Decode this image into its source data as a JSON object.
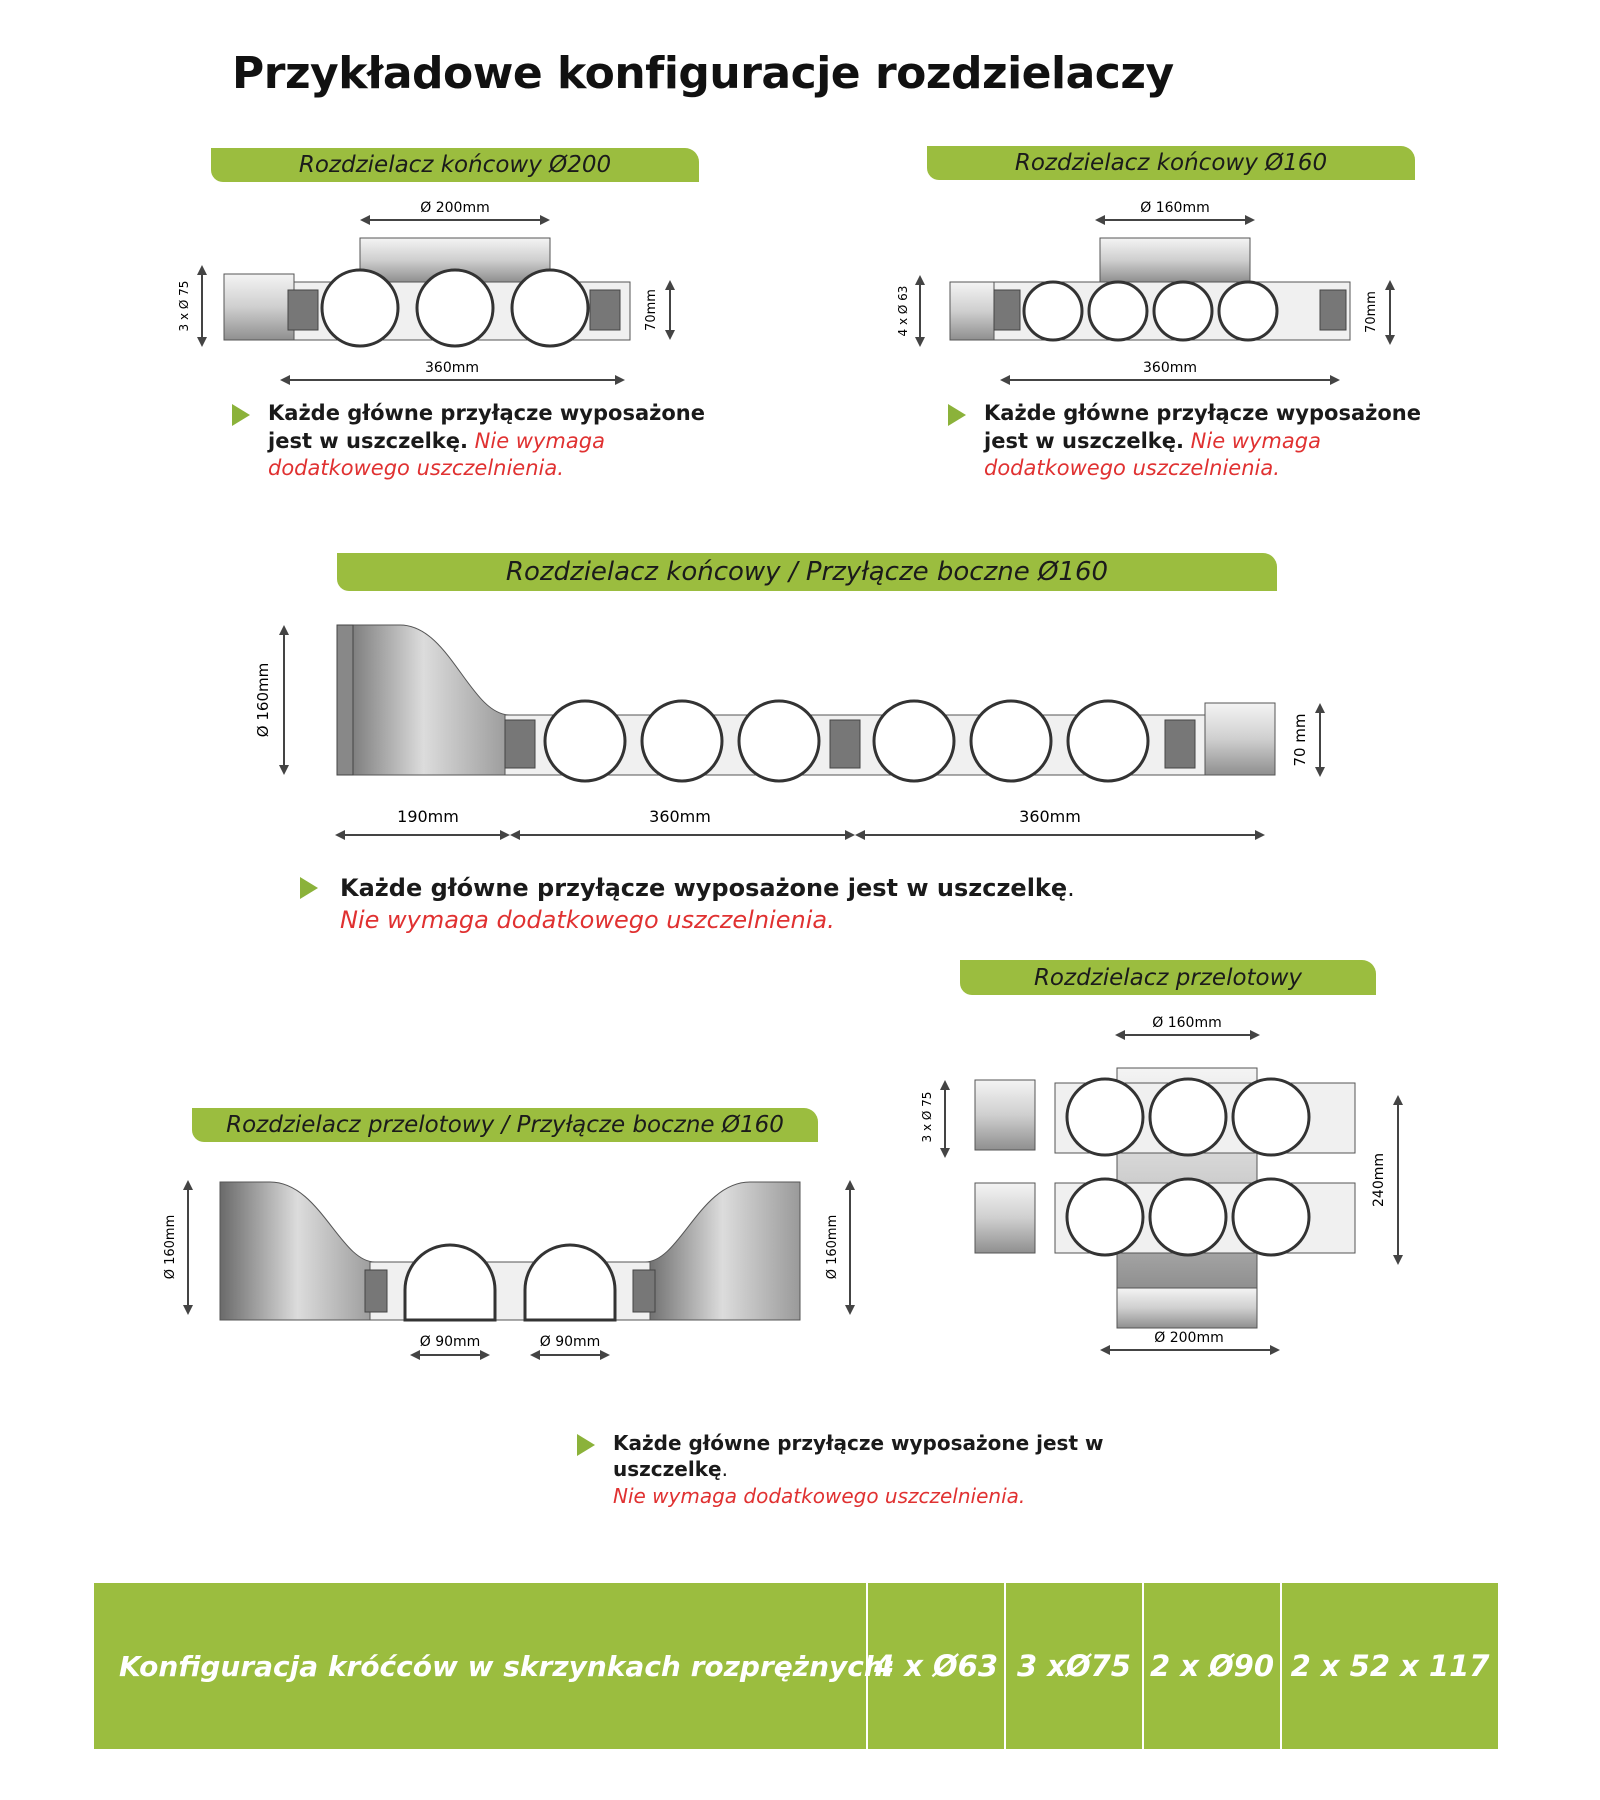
{
  "title": "Przykładowe konfiguracje rozdzielaczy",
  "sections": [
    {
      "banner": "Rozdzielacz końcowy Ø200",
      "dims": {
        "top_diameter": "Ø 200mm",
        "left_outlets": "3 x Ø 75",
        "height": "70mm",
        "length": "360mm"
      },
      "note": {
        "bold1": "Każde główne przyłącze wyposażone",
        "bold2": "jest w uszczelkę.",
        "red": "Nie wymaga dodatkowego uszczelnienia."
      }
    },
    {
      "banner": "Rozdzielacz końcowy Ø160",
      "dims": {
        "top_diameter": "Ø 160mm",
        "left_outlets": "4 x Ø 63",
        "height": "70mm",
        "length": "360mm"
      },
      "note": {
        "bold1": "Każde główne przyłącze wyposażone",
        "bold2": "jest w uszczelkę.",
        "red": "Nie wymaga dodatkowego uszczelnienia."
      }
    },
    {
      "banner": "Rozdzielacz końcowy  / Przyłącze boczne Ø160",
      "dims": {
        "side_diameter": "Ø 160mm",
        "height": "70 mm",
        "len1": "190mm",
        "len2": "360mm",
        "len3": "360mm"
      },
      "note": {
        "bold1": "Każde główne przyłącze wyposażone jest w uszczelkę",
        "dot": ".",
        "red": "Nie wymaga dodatkowego uszczelnienia."
      }
    },
    {
      "banner": "Rozdzielacz przelotowy",
      "dims": {
        "top_diameter": "Ø 160mm",
        "left_outlets": "3 x Ø 75",
        "height": "240mm",
        "bottom_diameter": "Ø 200mm"
      }
    },
    {
      "banner": "Rozdzielacz przelotowy / Przyłącze boczne Ø160",
      "dims": {
        "left_diameter": "Ø 160mm",
        "right_diameter": "Ø 160mm",
        "outlet1": "Ø 90mm",
        "outlet2": "Ø 90mm"
      },
      "note": {
        "bold1": "Każde główne przyłącze wyposażone jest w",
        "bold2": "uszczelkę",
        "dot": ".",
        "red": "Nie wymaga dodatkowego uszczelnienia."
      }
    }
  ],
  "table": {
    "label": "Konfiguracja króćców w skrzynkach rozprężnych:",
    "values": [
      "4 x Ø63",
      "3 xØ75",
      "2 x Ø90",
      "2 x 52 x 117"
    ],
    "background": "#9bbd3f"
  },
  "colors": {
    "accent": "#9bbd3f",
    "arrow": "#8bb23a",
    "note_red": "#e03131"
  }
}
